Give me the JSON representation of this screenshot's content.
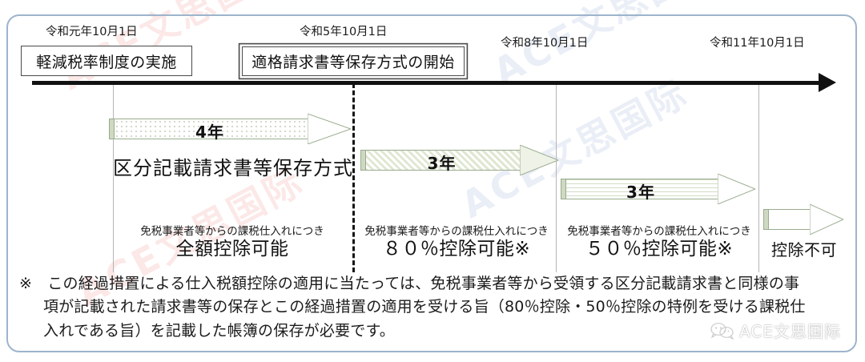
{
  "timeline": {
    "dates": [
      {
        "id": "d1",
        "label": "令和元年10月1日"
      },
      {
        "id": "d2",
        "label": "令和5年10月1日"
      },
      {
        "id": "d3",
        "label": "令和8年10月1日"
      },
      {
        "id": "d4",
        "label": "令和11年10月1日"
      }
    ],
    "events": [
      {
        "id": "e1",
        "label": "軽減税率制度の実施"
      },
      {
        "id": "e2",
        "label": "適格請求書等保存方式の開始"
      }
    ],
    "periods": [
      {
        "id": "p1",
        "years": "4年",
        "pattern": "dots"
      },
      {
        "id": "p2",
        "years": "3年",
        "pattern": "diagonal"
      },
      {
        "id": "p3",
        "years": "3年",
        "pattern": "horizontal"
      },
      {
        "id": "p4",
        "years": "",
        "pattern": "plain"
      }
    ],
    "method_label": "区分記載請求書等保存方式",
    "deductions": [
      {
        "id": "c1",
        "top": "免税事業者等からの課税仕入れにつき",
        "value": "全額控除可能"
      },
      {
        "id": "c2",
        "top": "免税事業者等からの課税仕入れにつき",
        "value": "８０％控除可能※"
      },
      {
        "id": "c3",
        "top": "免税事業者等からの課税仕入れにつき",
        "value": "５０％控除可能※"
      },
      {
        "id": "c4",
        "top": "",
        "value": "控除不可"
      }
    ]
  },
  "footnote": {
    "line1": "※　この経過措置による仕入税額控除の適用に当たっては、免税事業者等から受領する区分記載請求書と同様の事",
    "line2": "項が記載された請求書等の保存とこの経過措置の適用を受ける旨（80％控除・50％控除の特例を受ける課税仕",
    "line3": "入れである旨）を記載した帳簿の保存が必要です。"
  },
  "watermark": {
    "text": "ACE文思国际",
    "bg1": "ACE文思国际",
    "bg2": "ACE文思国际",
    "bg3": "ACE文思国际",
    "bg4": "ACE文思国际"
  },
  "colors": {
    "frame_border": "#9db4cc",
    "axis": "#111111",
    "arrow_outline": "#9aab8e",
    "arrow_tail": "#cfd9c2"
  }
}
